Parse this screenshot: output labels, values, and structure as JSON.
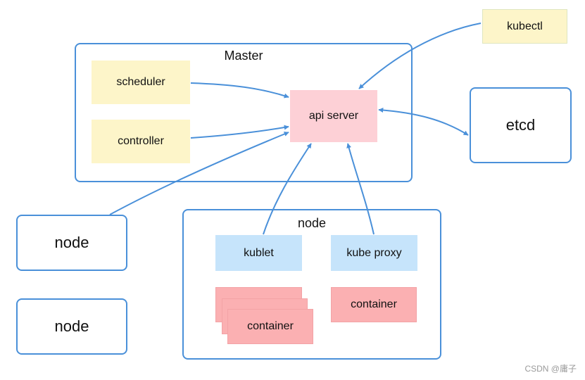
{
  "master": {
    "title": "Master"
  },
  "scheduler": {
    "label": "scheduler"
  },
  "controller": {
    "label": "controller"
  },
  "api_server": {
    "label": "api server"
  },
  "kubectl": {
    "label": "kubectl"
  },
  "etcd": {
    "label": "etcd"
  },
  "node_left_1": {
    "label": "node"
  },
  "node_left_2": {
    "label": "node"
  },
  "node_main": {
    "title": "node",
    "kublet": "kublet",
    "kube_proxy": "kube proxy",
    "container_stack": "container",
    "container_right": "container"
  },
  "watermark": "CSDN @庸子",
  "colors": {
    "frame_border": "#4a90d9",
    "arrow": "#4a90d9",
    "yellow_box": "#fdf5c9",
    "pink_box": "#fdd0d6",
    "blue_box": "#c6e4fb",
    "red_box": "#fbb0b2"
  }
}
